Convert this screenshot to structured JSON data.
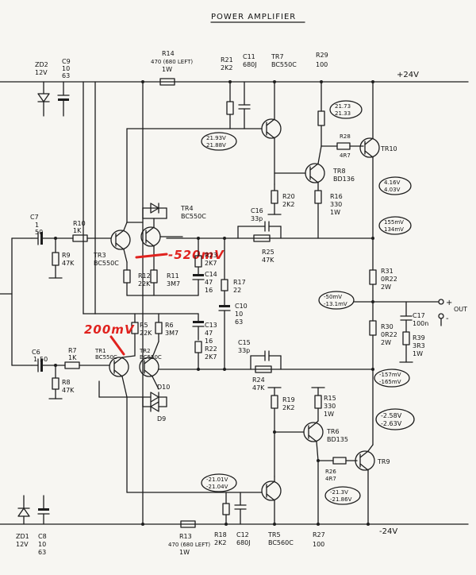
{
  "title": "POWER AMPLIFIER",
  "rails": {
    "positive": "+24V",
    "negative": "-24V"
  },
  "output": {
    "plus": "+",
    "label": "OUT",
    "minus": "-"
  },
  "annotations": {
    "red_top": "-520mV",
    "red_bottom": "200mV"
  },
  "components": {
    "zd2": [
      "ZD2",
      "12V"
    ],
    "c9": [
      "C9",
      "10",
      "63"
    ],
    "r14": [
      "R14",
      "470 (680 LEFT)",
      "1W"
    ],
    "r21": [
      "R21",
      "2K2"
    ],
    "c11": [
      "C11",
      "680J"
    ],
    "tr7": [
      "TR7",
      "BC550C"
    ],
    "r29": [
      "R29",
      "100"
    ],
    "r28": [
      "R28",
      "4R7"
    ],
    "tr10": [
      "TR10"
    ],
    "tr8": [
      "TR8",
      "BD136"
    ],
    "r16": [
      "R16",
      "330",
      "1W"
    ],
    "r20": [
      "R20",
      "2K2"
    ],
    "tr4": [
      "TR4",
      "BC550C"
    ],
    "c16": [
      "C16",
      "33p"
    ],
    "c7": [
      "C7",
      "1",
      "50"
    ],
    "r10": [
      "R10",
      "1K"
    ],
    "r9": [
      "R9",
      "47K"
    ],
    "tr3": [
      "TR3",
      "BC550C"
    ],
    "r12": [
      "R12",
      "22K"
    ],
    "r11": [
      "R11",
      "3M7"
    ],
    "r23": [
      "R23",
      "2K7"
    ],
    "c14": [
      "C14",
      "47",
      "16"
    ],
    "r17": [
      "R17",
      "22"
    ],
    "r25": [
      "R25",
      "47K"
    ],
    "c10": [
      "C10",
      "10",
      "63"
    ],
    "r31": [
      "R31",
      "0R22",
      "2W"
    ],
    "c17": [
      "C17",
      "100n"
    ],
    "r30": [
      "R30",
      "0R22",
      "2W"
    ],
    "r39": [
      "R39",
      "3R3",
      "1W"
    ],
    "r5": [
      "R5",
      "22K"
    ],
    "r6": [
      "R6",
      "3M7"
    ],
    "c13": [
      "C13",
      "47",
      "16"
    ],
    "r22": [
      "R22",
      "2K7"
    ],
    "tr1": [
      "TR1",
      "BC550C"
    ],
    "tr2": [
      "TR2",
      "BC550C"
    ],
    "c6": [
      "C6",
      "1",
      "50"
    ],
    "r7": [
      "R7",
      "1K"
    ],
    "r8": [
      "R8",
      "47K"
    ],
    "c15": [
      "C15",
      "33p"
    ],
    "r24": [
      "R24",
      "47K"
    ],
    "d10": [
      "D10"
    ],
    "d9": [
      "D9"
    ],
    "r19": [
      "R19",
      "2K2"
    ],
    "r15": [
      "R15",
      "330",
      "1W"
    ],
    "tr6": [
      "TR6",
      "BD135"
    ],
    "r26": [
      "R26",
      "4R7"
    ],
    "tr9": [
      "TR9"
    ],
    "zd1": [
      "ZD1",
      "12V"
    ],
    "c8": [
      "C8",
      "10",
      "63"
    ],
    "r13": [
      "R13",
      "470 (680 LEFT)",
      "1W"
    ],
    "r18": [
      "R18",
      "2K2"
    ],
    "c12": [
      "C12",
      "680J"
    ],
    "tr5": [
      "TR5",
      "BC560C"
    ],
    "r27": [
      "R27",
      "100"
    ]
  },
  "voltage_notes": {
    "tr7_base": [
      "21.93V",
      "21.88V"
    ],
    "tr10_emitter": [
      "21.73",
      "21.33"
    ],
    "tr8_collector": [
      "4.16V",
      "4.03V"
    ],
    "r31_top": [
      "155mV",
      "134mV"
    ],
    "output_node": [
      "-50mV",
      "-13.1mV"
    ],
    "r30_bottom": [
      "-157mV",
      "-165mV"
    ],
    "tr6_base": [
      "-2.58V",
      "-2.63V"
    ],
    "tr5_base": [
      "-21.01V",
      "-21.04V"
    ],
    "tr9_emitter": [
      "-21.3V",
      "-21.86V"
    ]
  }
}
